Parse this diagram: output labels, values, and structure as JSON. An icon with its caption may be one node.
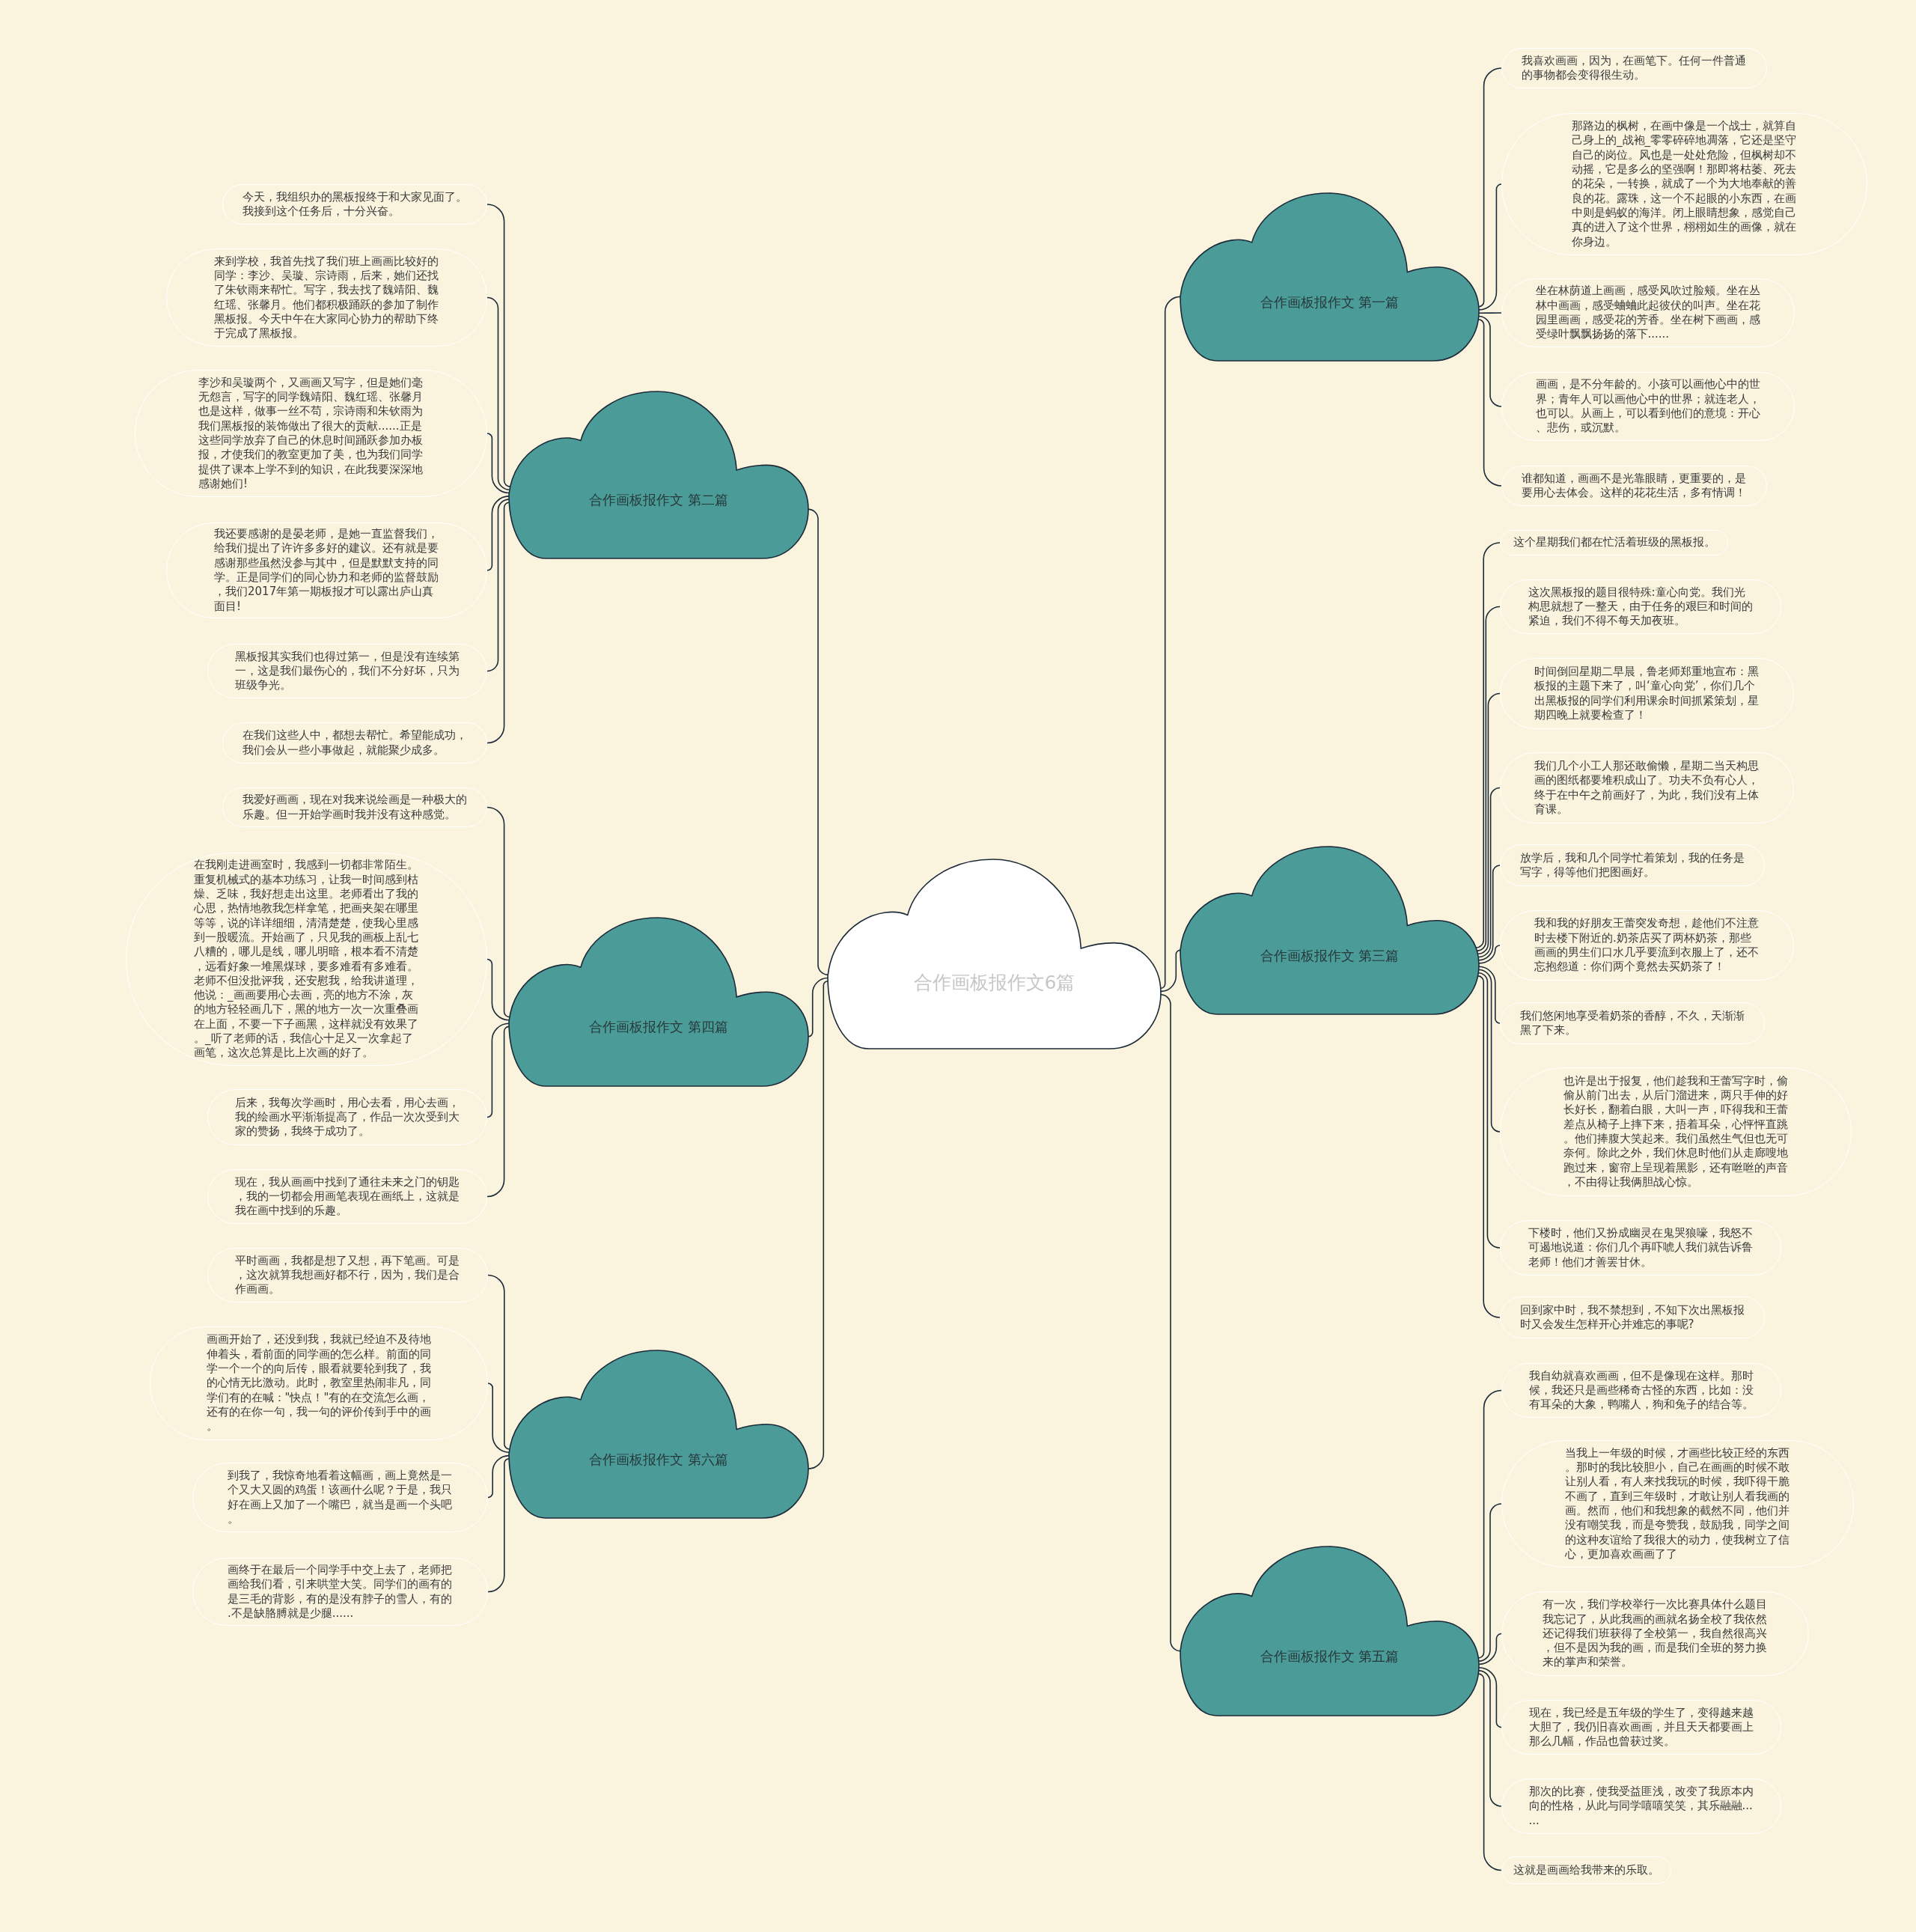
{
  "diagram": {
    "nodes": [
      {
        "text": [
          "合作画板报作文6篇"
        ]
      },
      {
        "text": [
          "合作画板报作文 第一篇"
        ]
      },
      {
        "text": [
          "我喜欢画画，因为，在画笔下。任何一件普通的事物都会变得很生动。"
        ]
      },
      {
        "text": [
          "那路边的枫树，在画中像是一个战士，就算自己身上的_战袍_零零碎碎地凋落，它还是坚守自己的岗位。风也是一处处危险，但枫树却不动摇，它是多么的坚强啊！那即将枯萎、死去的花朵，一转换，就成了一个为大地奉献的善良的花。露珠，这一个不起眼的小东西，在画中则是蚂蚁的海洋。闭上眼睛想象，感觉自己真的进入了这个世界，栩栩如生的画像，就在你身边。"
        ]
      },
      {
        "text": [
          "坐在林荫道上画画，感受风吹过脸颊。坐在丛林中画画，感受蛐蛐此起彼伏的叫声。坐在花园里画画，感受花的芳香。坐在树下画画，感受绿叶飘飘扬扬的落下......"
        ]
      },
      {
        "text": [
          "画画，是不分年龄的。小孩可以画他心中的世界；青年人可以画他心中的世界；就连老人，也可以。从画上，可以看到他们的意境：开心、悲伤，或沉默。"
        ]
      },
      {
        "text": [
          "谁都知道，画画不是光靠眼睛，更重要的，是要用心去体会。这样的花花生活，多有情调！"
        ]
      },
      {
        "text": [
          "合作画板报作文 第二篇"
        ]
      },
      {
        "text": [
          "今天，我组织办的黑板报终于和大家见面了。我接到这个任务后，十分兴奋。"
        ]
      },
      {
        "text": [
          "来到学校，我首先找了我们班上画画比较好的同学：李沙、吴璇、宗诗雨，后来，她们还找了朱钦雨来帮忙。写字，我去找了魏靖阳、魏红瑶、张馨月。他们都积极踊跃的参加了制作黑板报。今天中午在大家同心协力的帮助下终于完成了黑板报。"
        ]
      },
      {
        "text": [
          "李沙和吴璇两个，又画画又写字，但是她们毫无怨言，写字的同学魏靖阳、魏红瑶、张馨月也是这样，做事一丝不苟，宗诗雨和朱钦雨为我们黑板报的装饰做出了很大的贡献......正是这些同学放弃了自己的休息时间踊跃参加办板报，才使我们的教室更加了美，也为我们同学提供了课本上学不到的知识，在此我要深深地感谢她们!"
        ]
      },
      {
        "text": [
          "我还要感谢的是晏老师，是她一直监督我们，给我们提出了许许多多好的建议。还有就是要感谢那些虽然没参与其中，但是默默支持的同学。正是同学们的同心协力和老师的监督鼓励，我们2017年第一期板报才可以露出庐山真面目!"
        ]
      },
      {
        "text": [
          "黑板报其实我们也得过第一，但是没有连续第一，这是我们最伤心的，我们不分好坏，只为班级争光。"
        ]
      },
      {
        "text": [
          "在我们这些人中，都想去帮忙。希望能成功，我们会从一些小事做起，就能聚少成多。"
        ]
      },
      {
        "text": [
          "合作画板报作文 第三篇"
        ]
      },
      {
        "text": [
          "这个星期我们都在忙活着班级的黑板报。"
        ]
      },
      {
        "text": [
          "这次黑板报的题目很特殊:童心向党。我们光构思就想了一整天，由于任务的艰巨和时间的紧迫，我们不得不每天加夜班。"
        ]
      },
      {
        "text": [
          "时间倒回星期二早晨，鲁老师郑重地宣布：黑板报的主题下来了，叫‘童心向党’，你们几个出黑板报的同学们利用课余时间抓紧策划，星期四晚上就要检查了！"
        ]
      },
      {
        "text": [
          "我们几个小工人那还敢偷懒，星期二当天构思画的图纸都要堆积成山了。功夫不负有心人，终于在中午之前画好了，为此，我们没有上体育课。"
        ]
      },
      {
        "text": [
          "放学后，我和几个同学忙着策划，我的任务是写字，得等他们把图画好。"
        ]
      },
      {
        "text": [
          "我和我的好朋友王蕾突发奇想，趁他们不注意时去楼下附近的.奶茶店买了两杯奶茶，那些画画的男生们口水几乎要流到衣服上了，还不忘抱怨道：你们两个竟然去买奶茶了！"
        ]
      },
      {
        "text": [
          "我们悠闲地享受着奶茶的香醇，不久，天渐渐黑了下来。"
        ]
      },
      {
        "text": [
          "也许是出于报复，他们趁我和王蕾写字时，偷偷从前门出去，从后门溜进来，两只手伸的好长好长，翻着白眼，大叫一声，吓得我和王蕾差点从椅子上摔下来，捂着耳朵，心怦怦直跳。他们捧腹大笑起来。我们虽然生气但也无可奈何。除此之外，我们休息时他们从走廊嗖地跑过来，窗帘上呈现着黑影，还有咝咝的声音，不由得让我俩胆战心惊。"
        ]
      },
      {
        "text": [
          "下楼时，他们又扮成幽灵在鬼哭狼嚎，我怒不可遏地说道：你们几个再吓唬人我们就告诉鲁老师！他们才善罢甘休。"
        ]
      },
      {
        "text": [
          "回到家中时，我不禁想到，不知下次出黑板报时又会发生怎样开心并难忘的事呢?"
        ]
      },
      {
        "text": [
          "合作画板报作文 第四篇"
        ]
      },
      {
        "text": [
          "我爱好画画，现在对我来说绘画是一种极大的乐趣。但一开始学画时我并没有这种感觉。"
        ]
      },
      {
        "text": [
          "在我刚走进画室时，我感到一切都非常陌生。重复机械式的基本功练习，让我一时间感到枯燥、乏味，我好想走出这里。老师看出了我的心思，热情地教我怎样拿笔，把画夹架在哪里等等，说的详详细细，清清楚楚，使我心里感到一股暖流。开始画了，只见我的画板上乱七八糟的，哪儿是线，哪儿明暗，根本看不清楚，远看好象一堆黑煤球，要多难看有多难看。老师不但没批评我，还安慰我，给我讲道理，他说：_画画要用心去画，亮的地方不涂，灰的地方轻轻画几下，黑的地方一次一次重叠画在上面，不要一下子画黑，这样就没有效果了。_听了老师的话，我信心十足又一次拿起了画笔，这次总算是比上次画的好了。"
        ]
      },
      {
        "text": [
          "后来，我每次学画时，用心去看，用心去画，我的绘画水平渐渐提高了，作品一次次受到大家的赞扬，我终于成功了。"
        ]
      },
      {
        "text": [
          "现在，我从画画中找到了通往未来之门的钥匙，我的一切都会用画笔表现在画纸上，这就是我在画中找到的乐趣。"
        ]
      },
      {
        "text": [
          "合作画板报作文 第五篇"
        ]
      },
      {
        "text": [
          "我自幼就喜欢画画，但不是像现在这样。那时候，我还只是画些稀奇古怪的东西，比如：没有耳朵的大象，鸭嘴人，狗和兔子的结合等。"
        ]
      },
      {
        "text": [
          "当我上一年级的时候，才画些比较正经的东西。那时的我比较胆小，自己在画画的时候不敢让别人看，有人来找我玩的时候，我吓得干脆不画了，直到三年级时，才敢让别人看我画的画。然而，他们和我想象的截然不同，他们并没有嘲笑我，而是夸赞我，鼓励我，同学之间的这种友谊给了我很大的动力，使我树立了信心，更加喜欢画画了了"
        ]
      },
      {
        "text": [
          "有一次，我们学校举行一次比赛具体什么题目我忘记了，从此我画的画就名扬全校了我依然还记得我们班获得了全校第一，我自然很高兴，但不是因为我的画，而是我们全班的努力换来的掌声和荣誉。"
        ]
      },
      {
        "text": [
          "现在，我已经是五年级的学生了，变得越来越大胆了，我仍旧喜欢画画，并且天天都要画上那么几幅，作品也曾获过奖。"
        ]
      },
      {
        "text": [
          "那次的比赛，使我受益匪浅，改变了我原本内向的性格，从此与同学嘻嘻笑笑，其乐融融......"
        ]
      },
      {
        "text": [
          "这就是画画给我带来的乐取。"
        ]
      },
      {
        "text": [
          "合作画板报作文 第六篇"
        ]
      },
      {
        "text": [
          "平时画画，我都是想了又想，再下笔画。可是，这次就算我想画好都不行，因为，我们是合作画画。"
        ]
      },
      {
        "text": [
          "画画开始了，还没到我，我就已经迫不及待地伸着头，看前面的同学画的怎么样。前面的同学一个一个的向后传，眼看就要轮到我了，我的心情无比激动。此时，教室里热闹非凡，同学们有的在喊：\"快点！\"有的在交流怎么画，还有的在你一句，我一句的评价传到手中的画。"
        ]
      },
      {
        "text": [
          "到我了，我惊奇地看着这幅画，画上竟然是一个又大又圆的鸡蛋！该画什么呢？于是，我只好在画上又加了一个嘴巴，就当是画一个头吧。"
        ]
      },
      {
        "text": [
          "画终于在最后一个同学手中交上去了，老师把画给我们看，引来哄堂大笑。同学们的画有的是三毛的背影，有的是没有脖子的雪人，有的.不是缺胳膊就是少腿......"
        ]
      }
    ],
    "edges": [
      {
        "from": 0,
        "to": 1,
        "arrow": "none"
      },
      {
        "from": 0,
        "to": 7,
        "arrow": "none"
      },
      {
        "from": 0,
        "to": 14,
        "arrow": "none"
      },
      {
        "from": 0,
        "to": 25,
        "arrow": "none"
      },
      {
        "from": 0,
        "to": 30,
        "arrow": "none"
      },
      {
        "from": 0,
        "to": 37,
        "arrow": "none"
      },
      {
        "from": 1,
        "to": 2,
        "arrow": "none"
      },
      {
        "from": 1,
        "to": 3,
        "arrow": "none"
      },
      {
        "from": 1,
        "to": 4,
        "arrow": "none"
      },
      {
        "from": 1,
        "to": 5,
        "arrow": "none"
      },
      {
        "from": 1,
        "to": 6,
        "arrow": "none"
      },
      {
        "from": 7,
        "to": 8,
        "arrow": "none"
      },
      {
        "from": 7,
        "to": 9,
        "arrow": "none"
      },
      {
        "from": 7,
        "to": 10,
        "arrow": "none"
      },
      {
        "from": 7,
        "to": 11,
        "arrow": "none"
      },
      {
        "from": 7,
        "to": 12,
        "arrow": "none"
      },
      {
        "from": 7,
        "to": 13,
        "arrow": "none"
      },
      {
        "from": 14,
        "to": 15,
        "arrow": "none"
      },
      {
        "from": 14,
        "to": 16,
        "arrow": "none"
      },
      {
        "from": 14,
        "to": 17,
        "arrow": "none"
      },
      {
        "from": 14,
        "to": 18,
        "arrow": "none"
      },
      {
        "from": 14,
        "to": 19,
        "arrow": "none"
      },
      {
        "from": 14,
        "to": 20,
        "arrow": "none"
      },
      {
        "from": 14,
        "to": 21,
        "arrow": "none"
      },
      {
        "from": 14,
        "to": 22,
        "arrow": "none"
      },
      {
        "from": 14,
        "to": 23,
        "arrow": "none"
      },
      {
        "from": 14,
        "to": 24,
        "arrow": "none"
      },
      {
        "from": 25,
        "to": 26,
        "arrow": "none"
      },
      {
        "from": 25,
        "to": 27,
        "arrow": "none"
      },
      {
        "from": 25,
        "to": 28,
        "arrow": "none"
      },
      {
        "from": 25,
        "to": 29,
        "arrow": "none"
      },
      {
        "from": 30,
        "to": 31,
        "arrow": "none"
      },
      {
        "from": 30,
        "to": 32,
        "arrow": "none"
      },
      {
        "from": 30,
        "to": 33,
        "arrow": "none"
      },
      {
        "from": 30,
        "to": 34,
        "arrow": "none"
      },
      {
        "from": 30,
        "to": 35,
        "arrow": "none"
      },
      {
        "from": 30,
        "to": 36,
        "arrow": "none"
      },
      {
        "from": 37,
        "to": 38,
        "arrow": "none"
      },
      {
        "from": 37,
        "to": 39,
        "arrow": "none"
      },
      {
        "from": 37,
        "to": 40,
        "arrow": "none"
      },
      {
        "from": 37,
        "to": 41,
        "arrow": "none"
      }
    ]
  }
}
